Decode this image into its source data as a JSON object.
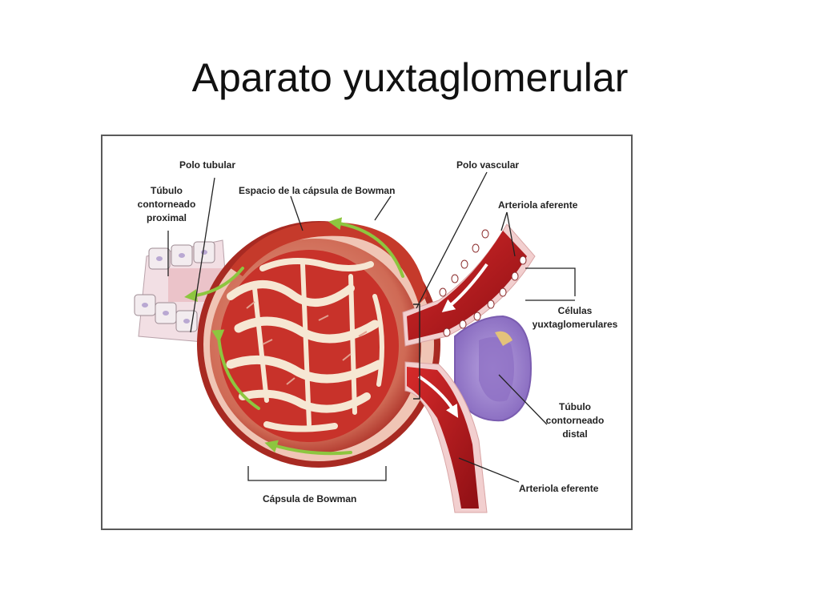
{
  "slide": {
    "title": "Aparato yuxtaglomerular"
  },
  "diagram": {
    "labels": {
      "polo_tubular": "Polo tubular",
      "tubulo_proximal": [
        "Túbulo",
        "contorneado",
        "proximal"
      ],
      "espacio_bowman": "Espacio de la cápsula de Bowman",
      "polo_vascular": "Polo vascular",
      "arteriola_aferente": "Arteriola aferente",
      "celulas_yuxta": [
        "Células",
        "yuxtaglomerulares"
      ],
      "tubulo_distal": [
        "Túbulo",
        "contorneado",
        "distal"
      ],
      "arteriola_eferente": "Arteriola eferente",
      "capsula_bowman": "Cápsula de Bowman"
    },
    "colors": {
      "capsule_red": "#b52a22",
      "glomerulus_cream": "#f6e7d3",
      "capillary_red": "#c8322a",
      "arteriole_red": "#b8141a",
      "distal_purple": "#9b7fc9",
      "flow_green": "#8dc63f",
      "tubule_cells": "#efe6ea"
    }
  }
}
